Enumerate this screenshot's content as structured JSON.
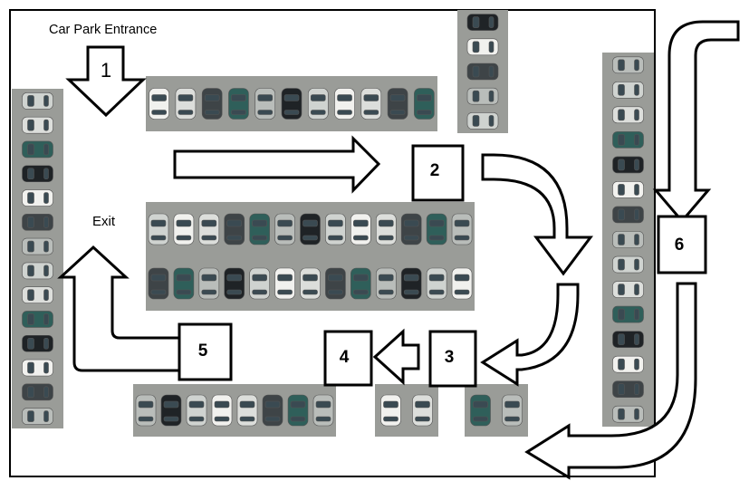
{
  "labels": {
    "entrance": "Car Park Entrance",
    "exit": "Exit"
  },
  "steps": [
    {
      "number": "1"
    },
    {
      "number": "2"
    },
    {
      "number": "3"
    },
    {
      "number": "4"
    },
    {
      "number": "5"
    },
    {
      "number": "6"
    }
  ],
  "colors": {
    "border": "#000000",
    "asphalt": "#9a9c98",
    "arrow_fill": "#ffffff",
    "car_palette": [
      "#f1f1ee",
      "#dcdedb",
      "#3e4447",
      "#2f5f5a",
      "#b9bdba",
      "#1f2326",
      "#cfd3d0"
    ]
  },
  "icons": {
    "car": "car-icon",
    "arrow": "direction-arrow-icon"
  }
}
